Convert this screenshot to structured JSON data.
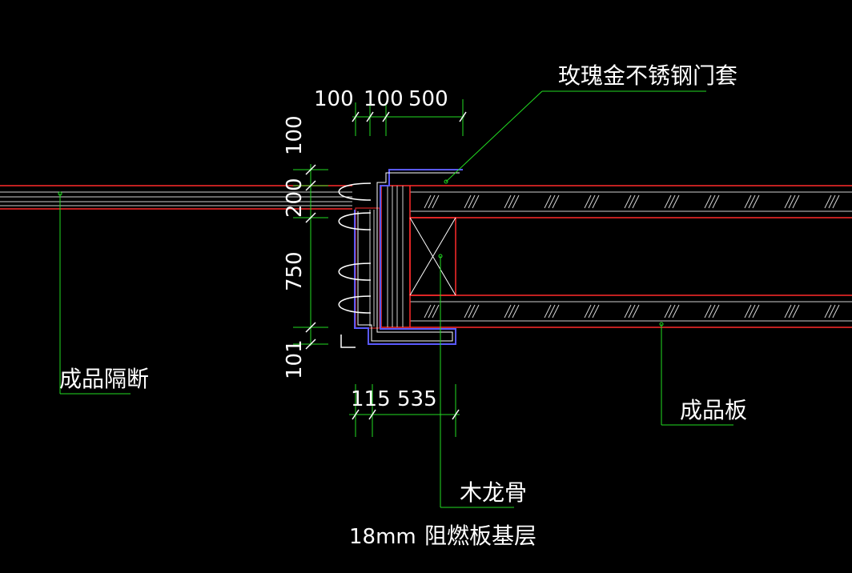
{
  "labels": {
    "door_casing": "玫瑰金不锈钢门套",
    "partition": "成品隔断",
    "finished_board": "成品板",
    "wood_keel": "木龙骨",
    "substrate_note": "18mm",
    "substrate": "阻燃板基层"
  },
  "dimensions": {
    "top": [
      "100",
      "100",
      "500"
    ],
    "left": [
      "100",
      "200",
      "750",
      "101"
    ],
    "bottom": [
      "115",
      "535"
    ]
  },
  "colors": {
    "background": "#000000",
    "panel_line": "#ff2b2b",
    "leader": "#22dd22",
    "casing": "#5a5aff",
    "text": "#ffffff",
    "hatch": "#d8d8d8"
  }
}
